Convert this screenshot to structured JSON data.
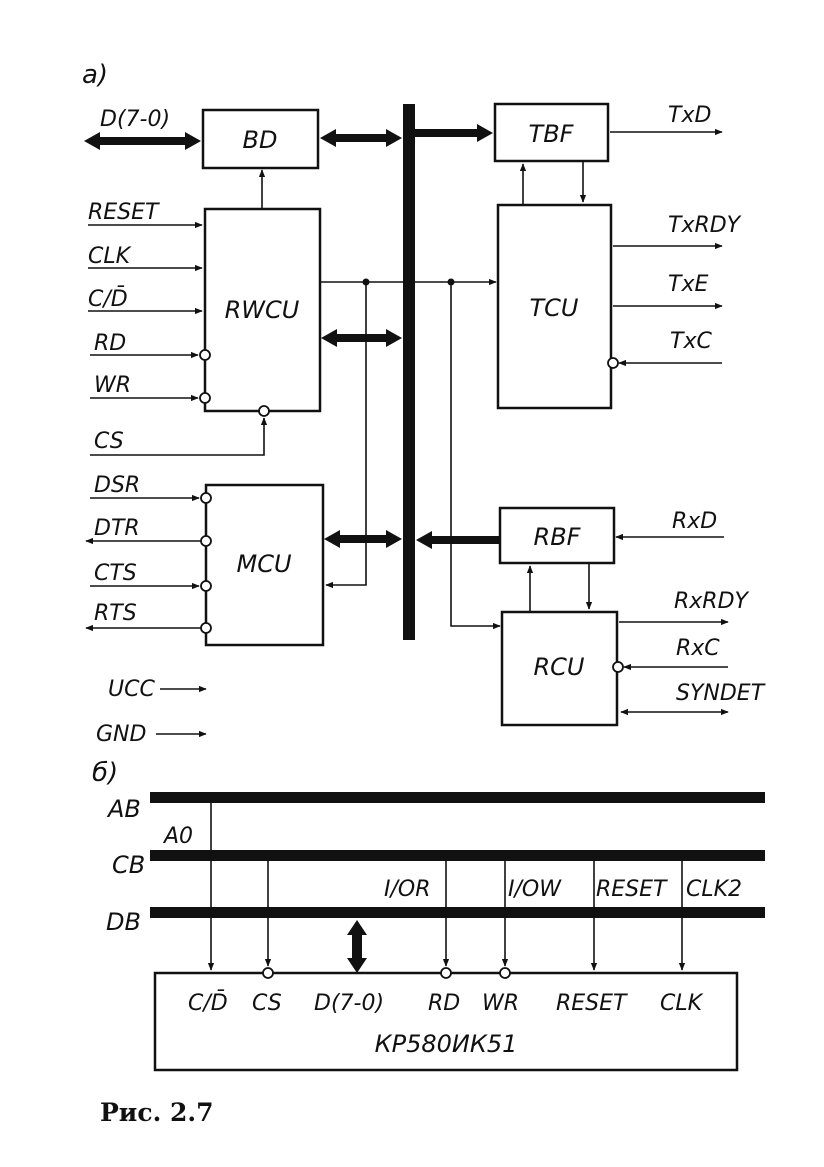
{
  "figure_caption": "Рис. 2.7",
  "part_a_label": "а)",
  "part_b_label": "б)",
  "blocks": {
    "bd": "BD",
    "rwcu": "RWCU",
    "mcu": "MCU",
    "tbf": "TBF",
    "tcu": "TCU",
    "rbf": "RBF",
    "rcu": "RCU"
  },
  "signals_left": {
    "data_bus": "D(7-0)",
    "reset": "RESET",
    "clk": "CLK",
    "c_d": "C/D̄",
    "rd": "RD",
    "wr": "WR",
    "cs": "CS",
    "dsr": "DSR",
    "dtr": "DTR",
    "cts": "CTS",
    "rts": "RTS",
    "ucc": "UCC",
    "gnd": "GND"
  },
  "signals_right": {
    "txd": "TxD",
    "txrdy": "TxRDY",
    "txe": "TxE",
    "txc": "TxC",
    "rxd": "RxD",
    "rxrdy": "RxRDY",
    "rxc": "RxC",
    "syndet": "SYNDET"
  },
  "part_b": {
    "bus_ab": "AB",
    "bus_cb": "CB",
    "bus_db": "DB",
    "a0": "A0",
    "io_r": "I/OR",
    "io_w": "I/OW",
    "reset": "RESET",
    "clk2": "CLK2",
    "pin_cd": "C/D̄",
    "pin_cs": "CS",
    "pin_d": "D(7-0)",
    "pin_rd": "RD",
    "pin_wr": "WR",
    "pin_reset": "RESET",
    "pin_clk": "CLK",
    "chip_name": "КР580ИК51"
  }
}
